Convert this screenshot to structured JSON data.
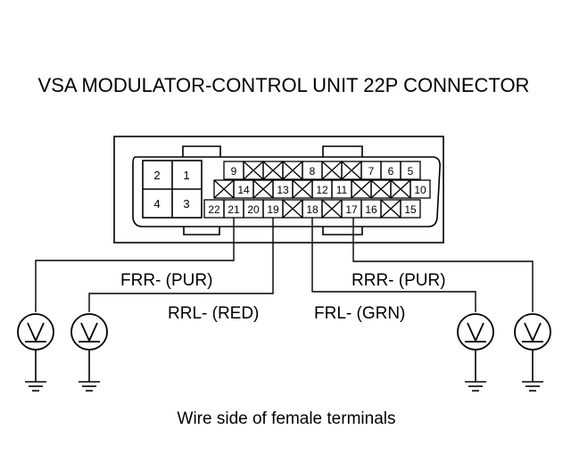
{
  "title": "VSA MODULATOR-CONTROL UNIT 22P CONNECTOR",
  "caption": "Wire side of female terminals",
  "wires": {
    "frr": "FRR- (PUR)",
    "rrl": "RRL- (RED)",
    "frl": "FRL- (GRN)",
    "rrr": "RRR- (PUR)"
  },
  "pins": {
    "p1": "1",
    "p2": "2",
    "p3": "3",
    "p4": "4",
    "p5": "5",
    "p6": "6",
    "p7": "7",
    "p8": "8",
    "p9": "9",
    "p10": "10",
    "p11": "11",
    "p12": "12",
    "p13": "13",
    "p14": "14",
    "p15": "15",
    "p16": "16",
    "p17": "17",
    "p18": "18",
    "p19": "19",
    "p20": "20",
    "p21": "21",
    "p22": "22"
  },
  "icons": {
    "meter": "voltmeter-icon",
    "ground": "ground-icon",
    "empty_cavity": "empty-cavity-x"
  }
}
